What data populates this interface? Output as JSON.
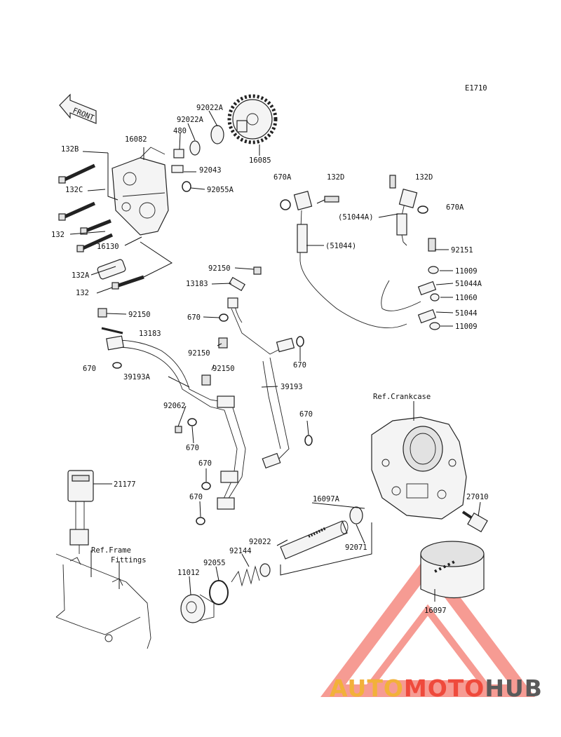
{
  "diagram": {
    "code": "E1710",
    "front_label": "FRONT",
    "references": {
      "crankcase": "Ref.Crankcase",
      "frame_line1": "Ref.Frame",
      "frame_line2": "Fittings"
    },
    "part_labels": {
      "p92022A_top": "92022A",
      "p92022A_mid": "92022A",
      "p480": "480",
      "p16082": "16082",
      "p132B": "132B",
      "p92043": "92043",
      "p16085": "16085",
      "p132C": "132C",
      "p92055A": "92055A",
      "p132": "132",
      "p16130": "16130",
      "p132A": "132A",
      "p132_b": "132",
      "p670A_l": "670A",
      "p132D_l": "132D",
      "p132D_r": "132D",
      "p670A_r": "670A",
      "p51044A_paren": "(51044A)",
      "p51044_paren": "(51044)",
      "p92151": "92151",
      "p11009_a": "11009",
      "p51044A": "51044A",
      "p11060": "11060",
      "p51044": "51044",
      "p11009_b": "11009",
      "p92150_a": "92150",
      "p13183_a": "13183",
      "p670_a": "670",
      "p92150_b": "92150",
      "p13183_b": "13183",
      "p92150_c": "92150",
      "p670_b": "670",
      "p92150_d": "92150",
      "p670_c": "670",
      "p39193A": "39193A",
      "p39193": "39193",
      "p92062": "92062",
      "p670_d": "670",
      "p670_e": "670",
      "p670_f": "670",
      "p670_g": "670",
      "p21177": "21177",
      "p16097A": "16097A",
      "p27010": "27010",
      "p92022": "92022",
      "p92071": "92071",
      "p92144": "92144",
      "p92055": "92055",
      "p11012": "11012",
      "p16097": "16097"
    }
  },
  "watermark": {
    "part1": "AUTO",
    "part2": "MOTO",
    "part3": "HUB",
    "colors": {
      "auto": "#f2b13a",
      "moto": "#ef4a3c",
      "hub": "#5a5a5a",
      "triangle": "#ef4a3c"
    }
  }
}
